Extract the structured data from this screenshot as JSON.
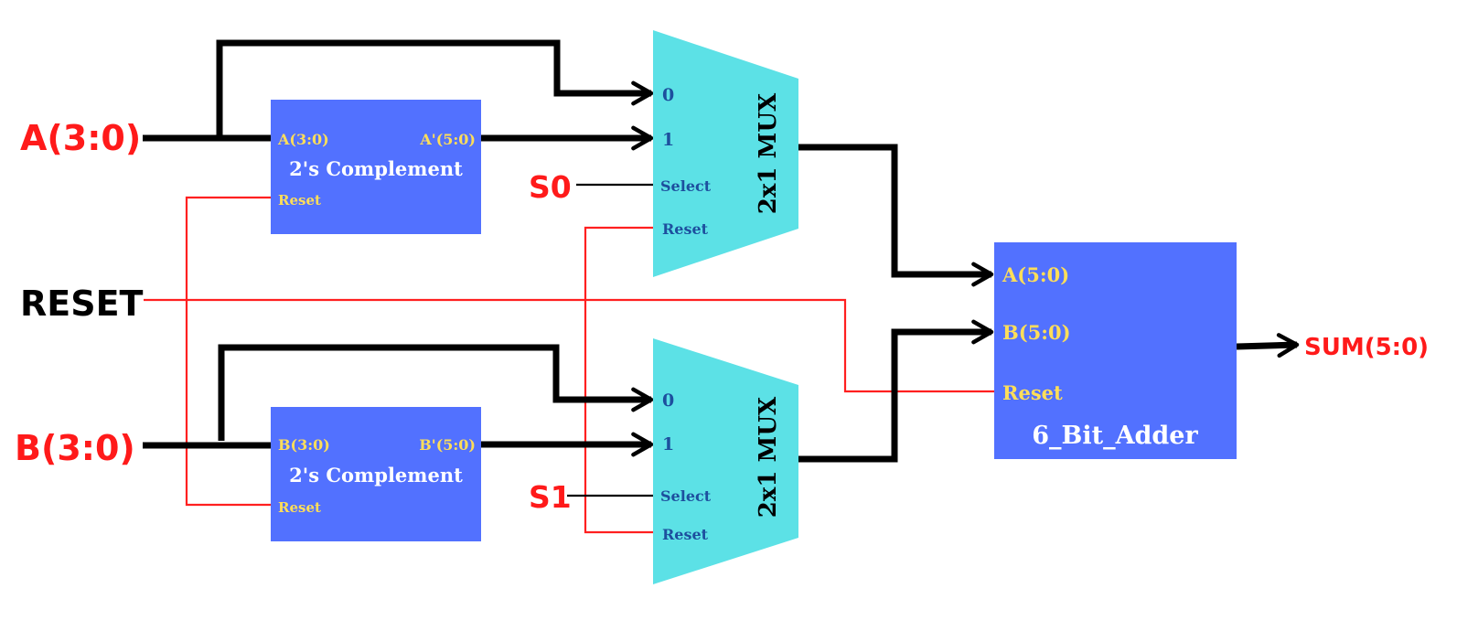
{
  "inputs": {
    "a": "A(3:0)",
    "b": "B(3:0)",
    "reset": "RESET",
    "s0": "S0",
    "s1": "S1"
  },
  "complement_top": {
    "title": "2's Complement",
    "in_port": "A(3:0)",
    "out_port": "A'(5:0)",
    "reset_port": "Reset"
  },
  "complement_bottom": {
    "title": "2's Complement",
    "in_port": "B(3:0)",
    "out_port": "B'(5:0)",
    "reset_port": "Reset"
  },
  "mux_top": {
    "title": "2x1 MUX",
    "port_0": "0",
    "port_1": "1",
    "select_port": "Select",
    "reset_port": "Reset"
  },
  "mux_bottom": {
    "title": "2x1 MUX",
    "port_0": "0",
    "port_1": "1",
    "select_port": "Select",
    "reset_port": "Reset"
  },
  "adder": {
    "title": "6_Bit_Adder",
    "port_a": "A(5:0)",
    "port_b": "B(5:0)",
    "reset_port": "Reset"
  },
  "output": {
    "sum": "SUM(5:0)"
  },
  "colors": {
    "block_fill": "#5271ff",
    "mux_fill": "#5ce1e6",
    "port_label": "#ffde59",
    "mux_port_label": "#1d4f9e",
    "signal_red": "#ff1a1a",
    "wire_black": "#000000",
    "reset_wire": "#ff2020"
  }
}
